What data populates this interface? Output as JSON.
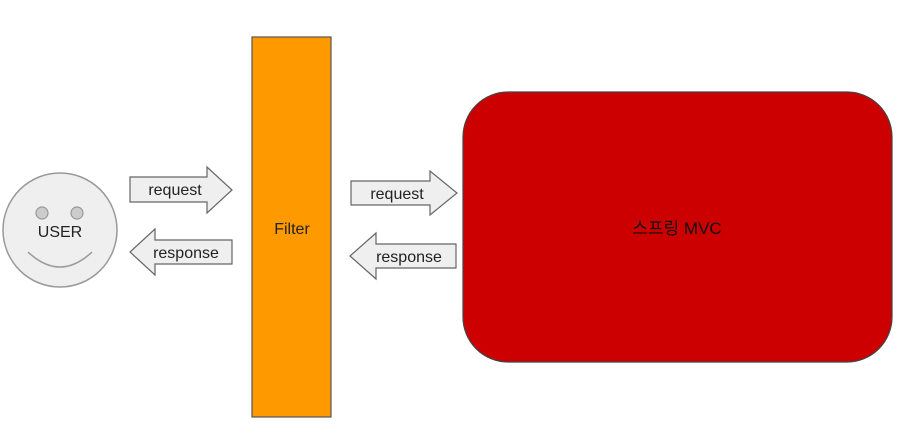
{
  "user": {
    "label": "USER"
  },
  "filter": {
    "label": "Filter"
  },
  "arrows": {
    "request_left": "request",
    "response_left": "response",
    "request_right": "request",
    "response_right": "response"
  },
  "spring": {
    "label": "스프링 MVC"
  },
  "colors": {
    "user_face": "#EFEFEF",
    "user_eyes": "#CCCCCC",
    "filter": "#FF9900",
    "spring": "#CC0000",
    "arrow": "#EFEFEF"
  }
}
